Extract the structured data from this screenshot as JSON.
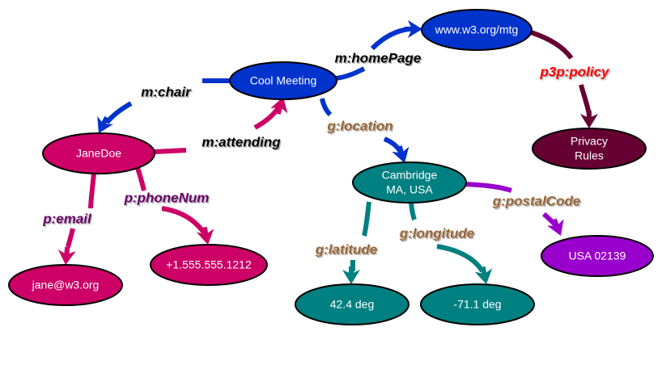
{
  "colors": {
    "meeting": "#0033cc",
    "person": "#cc0066",
    "geo": "#008080",
    "postal": "#9900cc",
    "policy": "#660033",
    "label_dark": "#000000",
    "label_purple": "#660066",
    "label_brown": "#996633",
    "label_red": "#ff0000"
  },
  "nodes": [
    {
      "id": "cool-meeting",
      "lines": [
        "Cool Meeting"
      ],
      "color": "meeting"
    },
    {
      "id": "homepage",
      "lines": [
        "www.w3.org/mtg"
      ],
      "color": "meeting"
    },
    {
      "id": "privacy-rules",
      "lines": [
        "Privacy",
        "Rules"
      ],
      "color": "policy"
    },
    {
      "id": "jane-doe",
      "lines": [
        "JaneDoe"
      ],
      "color": "person"
    },
    {
      "id": "cambridge",
      "lines": [
        "Cambridge",
        "MA, USA"
      ],
      "color": "geo"
    },
    {
      "id": "email",
      "lines": [
        "jane@w3.org"
      ],
      "color": "person"
    },
    {
      "id": "phone",
      "lines": [
        "+1.555.555.1212"
      ],
      "color": "person"
    },
    {
      "id": "latitude",
      "lines": [
        "42.4 deg"
      ],
      "color": "geo"
    },
    {
      "id": "longitude",
      "lines": [
        "-71.1 deg"
      ],
      "color": "geo"
    },
    {
      "id": "postal",
      "lines": [
        "USA 02139"
      ],
      "color": "postal"
    }
  ],
  "edges": [
    {
      "id": "homepage",
      "label": "m:homePage",
      "from": "cool-meeting",
      "to": "homepage",
      "color": "meeting",
      "label_color": "label_dark"
    },
    {
      "id": "chair",
      "label": "m:chair",
      "from": "cool-meeting",
      "to": "jane-doe",
      "color": "meeting",
      "label_color": "label_dark"
    },
    {
      "id": "attending",
      "label": "m:attending",
      "from": "jane-doe",
      "to": "cool-meeting",
      "color": "person",
      "label_color": "label_dark"
    },
    {
      "id": "location",
      "label": "g:location",
      "from": "cool-meeting",
      "to": "cambridge",
      "color": "meeting",
      "label_color": "label_brown"
    },
    {
      "id": "policy",
      "label": "p3p:policy",
      "from": "homepage",
      "to": "privacy-rules",
      "color": "policy",
      "label_color": "label_red"
    },
    {
      "id": "email",
      "label": "p:email",
      "from": "jane-doe",
      "to": "email",
      "color": "person",
      "label_color": "label_purple"
    },
    {
      "id": "phone",
      "label": "p:phoneNum",
      "from": "jane-doe",
      "to": "phone",
      "color": "person",
      "label_color": "label_purple"
    },
    {
      "id": "latitude",
      "label": "g:latitude",
      "from": "cambridge",
      "to": "latitude",
      "color": "geo",
      "label_color": "label_brown"
    },
    {
      "id": "longitude",
      "label": "g:longitude",
      "from": "cambridge",
      "to": "longitude",
      "color": "geo",
      "label_color": "label_brown"
    },
    {
      "id": "postal",
      "label": "g:postalCode",
      "from": "cambridge",
      "to": "postal",
      "color": "postal",
      "label_color": "label_brown"
    }
  ]
}
